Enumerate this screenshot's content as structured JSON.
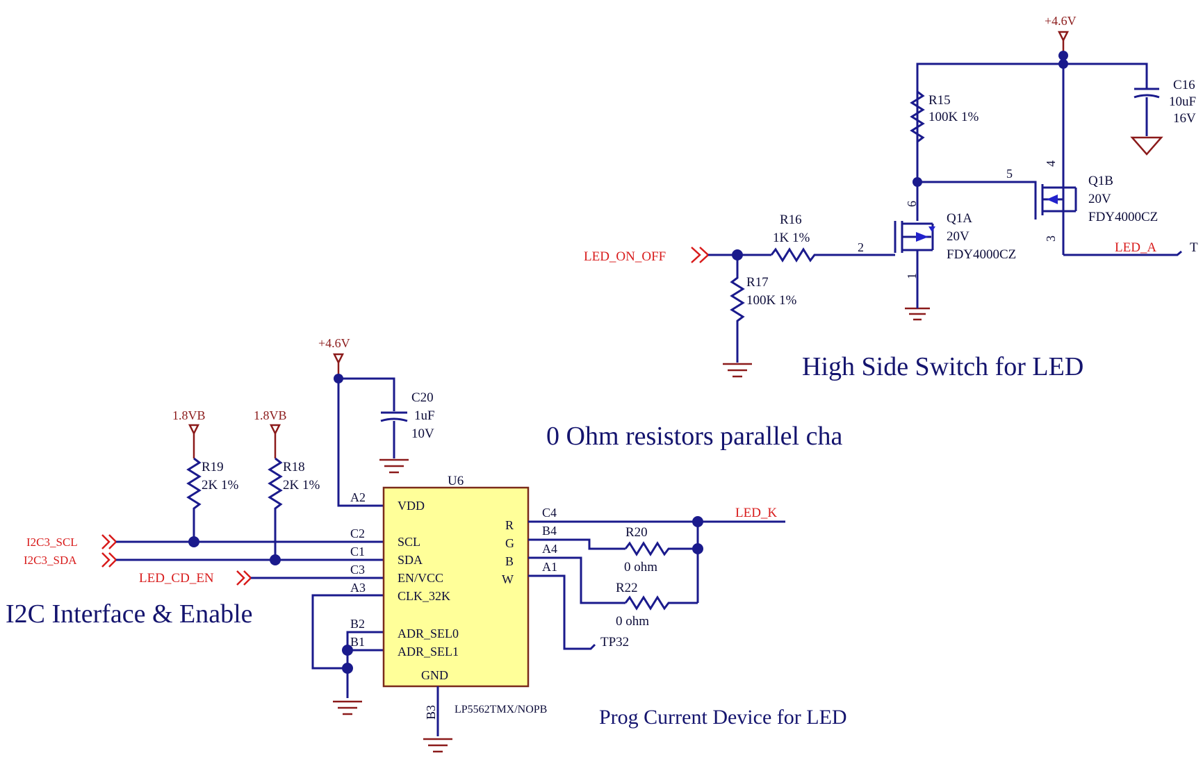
{
  "power": {
    "v46": "+4.6V",
    "v18": "1.8VB"
  },
  "nets": {
    "led_on_off": "LED_ON_OFF",
    "led_a": "LED_A",
    "led_a_tail": "T",
    "i2c3_scl": "I2C3_SCL",
    "i2c3_sda": "I2C3_SDA",
    "led_cd_en": "LED_CD_EN",
    "led_k": "LED_K",
    "tp32": "TP32"
  },
  "components": {
    "r15": {
      "ref": "R15",
      "value": "100K 1%"
    },
    "r16": {
      "ref": "R16",
      "value": "1K 1%"
    },
    "r17": {
      "ref": "R17",
      "value": "100K 1%"
    },
    "r18": {
      "ref": "R18",
      "value": "2K 1%"
    },
    "r19": {
      "ref": "R19",
      "value": "2K 1%"
    },
    "r20": {
      "ref": "R20",
      "value": "0 ohm"
    },
    "r22": {
      "ref": "R22",
      "value": "0 ohm"
    },
    "c16": {
      "ref": "C16",
      "value": "10uF",
      "voltage": "16V"
    },
    "c20": {
      "ref": "C20",
      "value": "1uF",
      "voltage": "10V"
    },
    "q1a": {
      "ref": "Q1A",
      "voltage": "20V",
      "part": "FDY4000CZ"
    },
    "q1b": {
      "ref": "Q1B",
      "voltage": "20V",
      "part": "FDY4000CZ"
    },
    "u6": {
      "ref": "U6",
      "part": "LP5562TMX/NOPB",
      "left_pins": [
        "VDD",
        "SCL",
        "SDA",
        "EN/VCC",
        "CLK_32K",
        "ADR_SEL0",
        "ADR_SEL1",
        "GND"
      ],
      "right_pins": [
        "R",
        "G",
        "B",
        "W"
      ],
      "ball_a2": "A2",
      "ball_c2": "C2",
      "ball_c1": "C1",
      "ball_c3": "C3",
      "ball_a3": "A3",
      "ball_b2": "B2",
      "ball_b1": "B1",
      "ball_b3": "B3",
      "ball_c4": "C4",
      "ball_b4": "B4",
      "ball_a4": "A4",
      "ball_a1": "A1"
    }
  },
  "fet_pins": {
    "p1": "1",
    "p2": "2",
    "p3": "3",
    "p4": "4",
    "p5": "5",
    "p6": "6"
  },
  "titles": {
    "high_side": "High Side Switch for LED",
    "zero_ohm": "0 Ohm resistors parallel cha",
    "i2c": "I2C Interface & Enable",
    "prog": "Prog Current Device for LED"
  },
  "colors": {
    "wire": "#1a1a8c",
    "net_label": "#d81b1b",
    "power_symbol": "#8b1a1a",
    "chip_fill": "#ffff99"
  }
}
